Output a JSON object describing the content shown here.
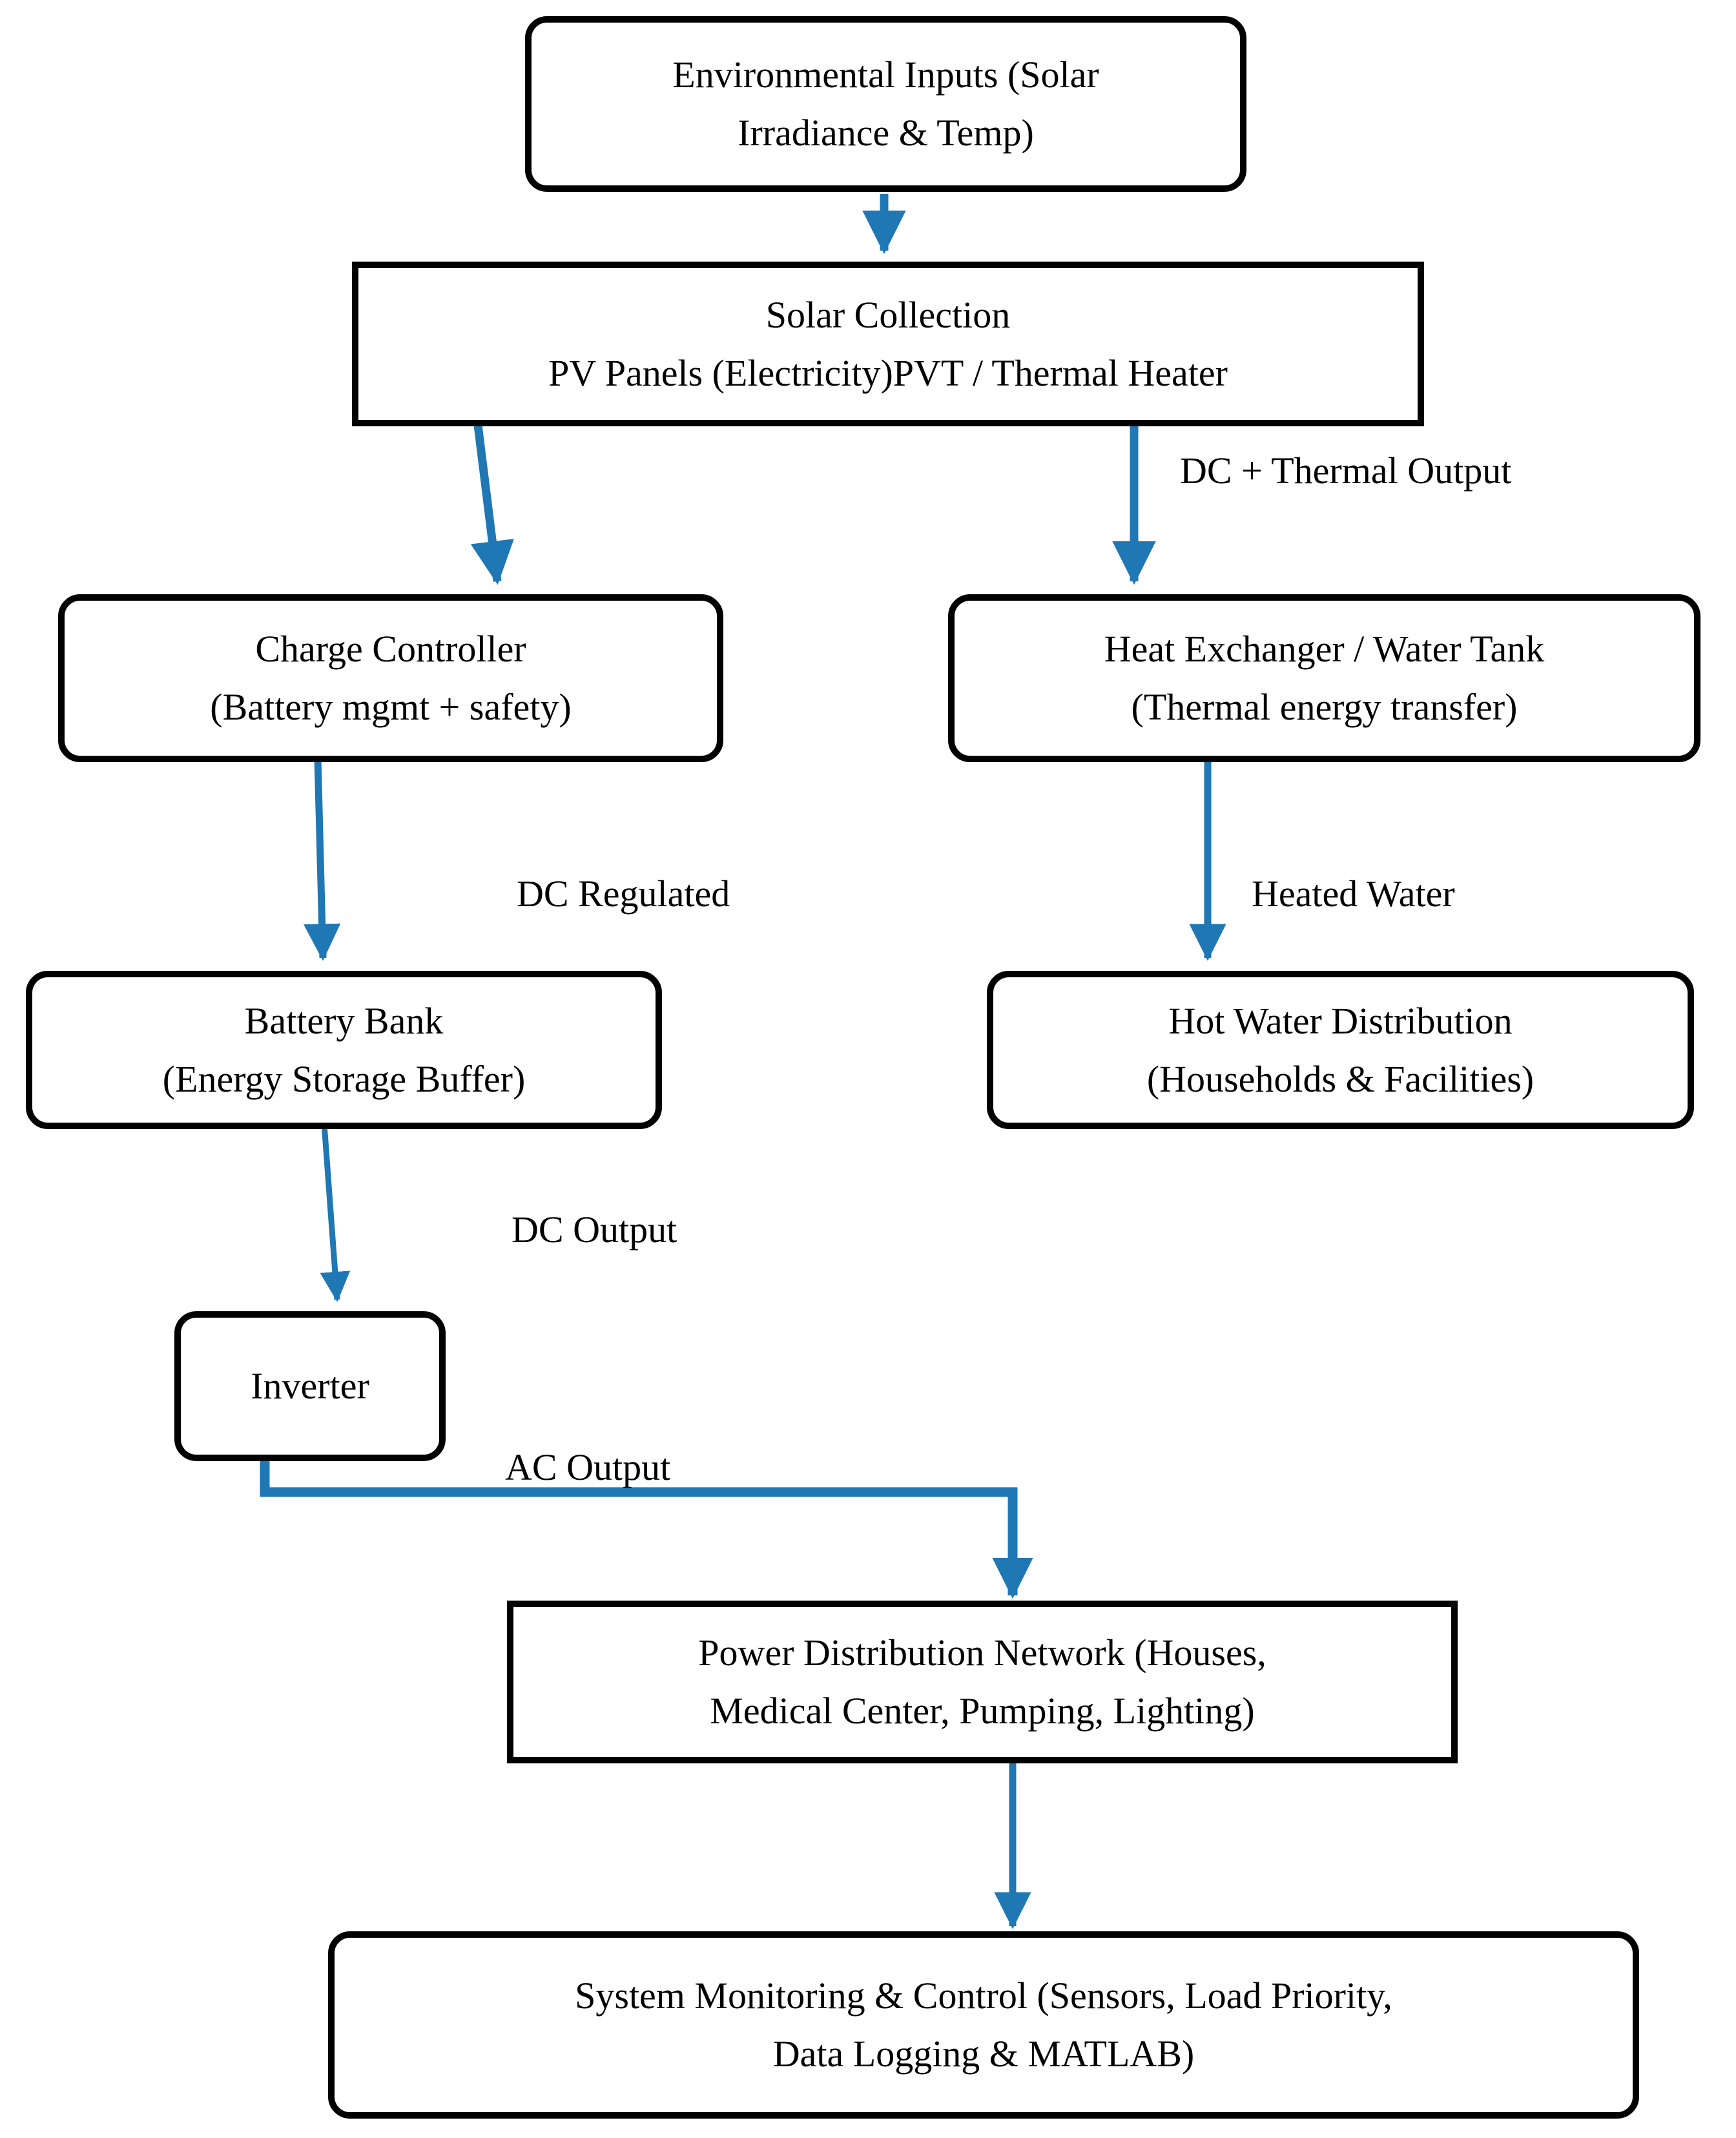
{
  "diagram": {
    "title": "Solar PVT Microgrid System Flowchart",
    "accent_color": "#1f77b4",
    "node_border_color": "#000000",
    "background_color": "#ffffff"
  },
  "nodes": {
    "environmental_inputs": {
      "line1": "Environmental Inputs (Solar",
      "line2": "Irradiance & Temp)",
      "shape": "rounded-rect"
    },
    "solar_collection": {
      "line1": "Solar Collection",
      "line2": "PV Panels (Electricity)PVT / Thermal Heater",
      "shape": "rect"
    },
    "charge_controller": {
      "line1": "Charge Controller",
      "line2": "(Battery mgmt + safety)",
      "shape": "rounded-rect"
    },
    "heat_exchanger": {
      "line1": "Heat Exchanger / Water Tank",
      "line2": "(Thermal energy transfer)",
      "shape": "rounded-rect"
    },
    "battery_bank": {
      "line1": "Battery Bank",
      "line2": "(Energy Storage Buffer)",
      "shape": "rounded-rect"
    },
    "hot_water_distribution": {
      "line1": "Hot Water Distribution",
      "line2": "(Households & Facilities)",
      "shape": "rounded-rect"
    },
    "inverter": {
      "line1": "Inverter",
      "shape": "rounded-rect"
    },
    "power_distribution": {
      "line1": "Power Distribution Network (Houses,",
      "line2": "Medical Center, Pumping, Lighting)",
      "shape": "rect"
    },
    "system_monitoring": {
      "line1": "System Monitoring & Control (Sensors, Load Priority,",
      "line2": "Data Logging & MATLAB)",
      "shape": "rounded-rect"
    }
  },
  "edges": {
    "env_to_solar": {
      "label": ""
    },
    "solar_to_charge": {
      "label": ""
    },
    "solar_to_heat": {
      "label": "DC + Thermal Output"
    },
    "charge_to_battery": {
      "label": "DC Regulated"
    },
    "heat_to_hotwater": {
      "label": "Heated Water"
    },
    "battery_to_inverter": {
      "label": "DC Output"
    },
    "inverter_to_power": {
      "label": "AC Output"
    },
    "power_to_monitoring": {
      "label": ""
    }
  }
}
